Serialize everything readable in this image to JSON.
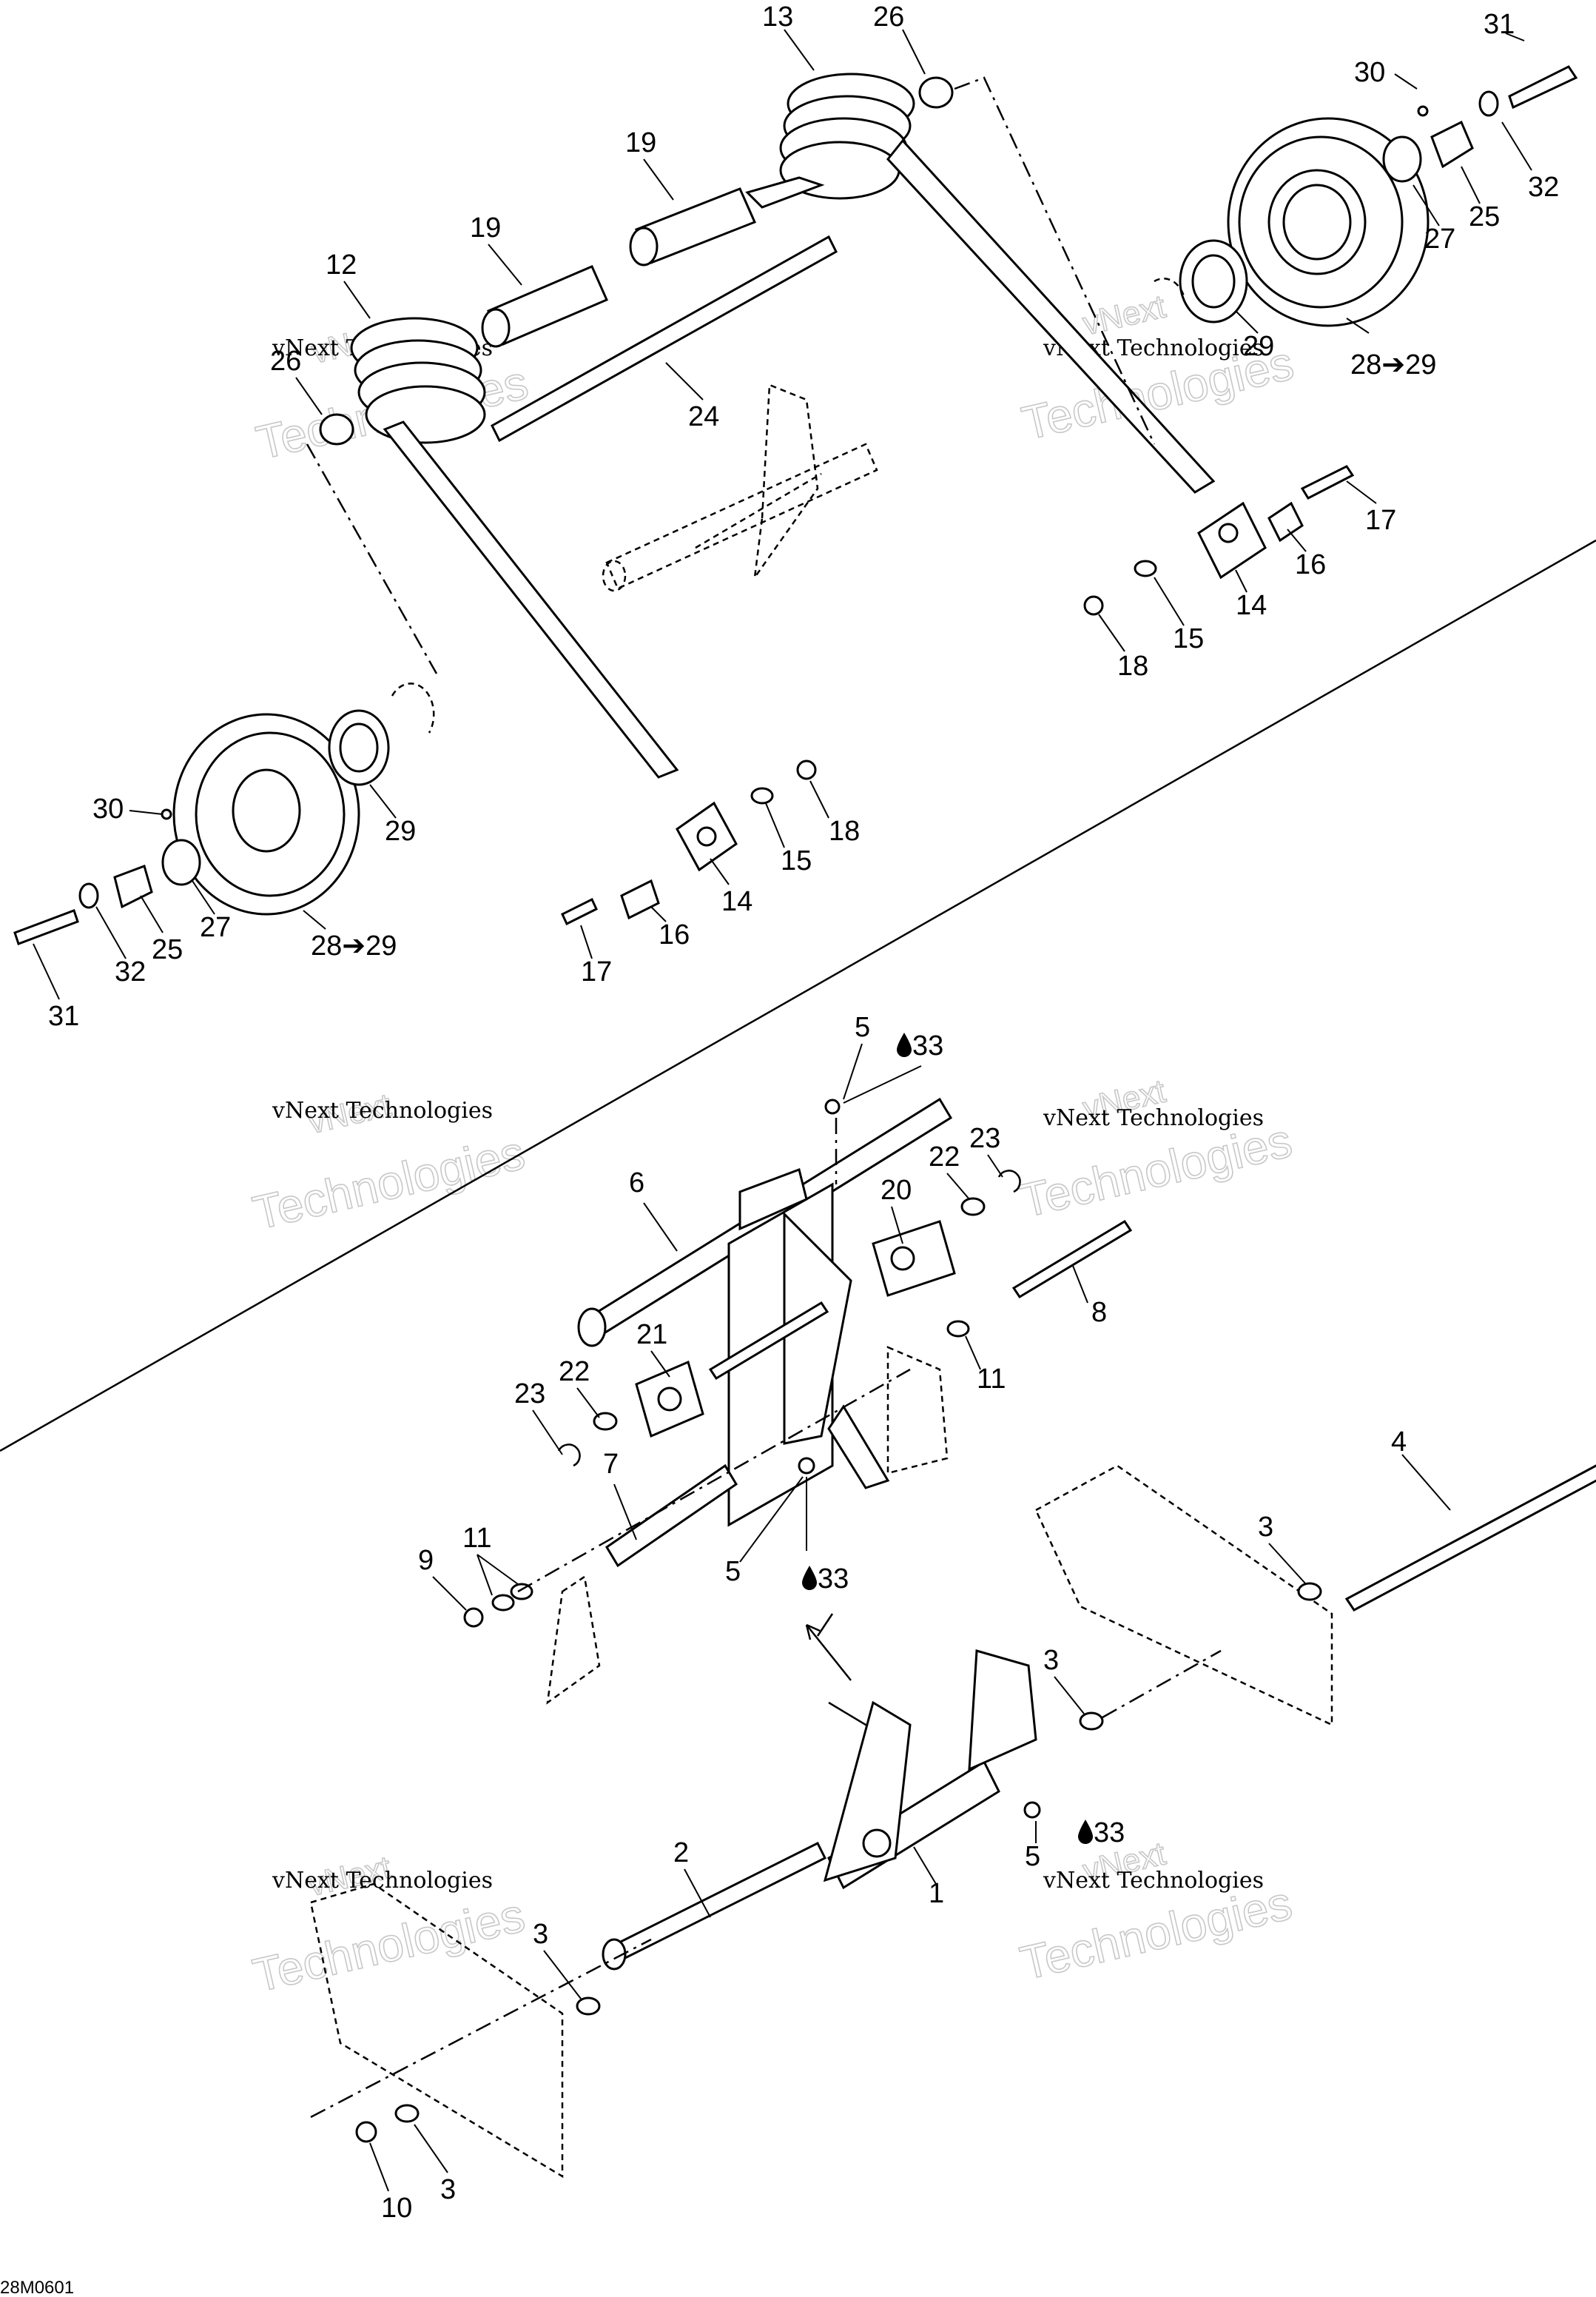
{
  "diagram": {
    "code": "28M0601",
    "watermark": {
      "line1": "vNext",
      "line2": "vNext Technologies",
      "line3": "Technologies"
    },
    "callouts": [
      {
        "id": "c13a",
        "text": "13"
      },
      {
        "id": "c26a",
        "text": "26"
      },
      {
        "id": "c31a",
        "text": "31"
      },
      {
        "id": "c30a",
        "text": "30"
      },
      {
        "id": "c19a",
        "text": "19"
      },
      {
        "id": "c19b",
        "text": "19"
      },
      {
        "id": "c12",
        "text": "12"
      },
      {
        "id": "c26b",
        "text": "26"
      },
      {
        "id": "c24",
        "text": "24"
      },
      {
        "id": "c32a",
        "text": "32"
      },
      {
        "id": "c25a",
        "text": "25"
      },
      {
        "id": "c27a",
        "text": "27"
      },
      {
        "id": "c29a",
        "text": "29"
      },
      {
        "id": "c2829a",
        "text": "28➔29"
      },
      {
        "id": "c17a",
        "text": "17"
      },
      {
        "id": "c16a",
        "text": "16"
      },
      {
        "id": "c14a",
        "text": "14"
      },
      {
        "id": "c15a",
        "text": "15"
      },
      {
        "id": "c18a",
        "text": "18"
      },
      {
        "id": "c30b",
        "text": "30"
      },
      {
        "id": "c29b",
        "text": "29"
      },
      {
        "id": "c27b",
        "text": "27"
      },
      {
        "id": "c25b",
        "text": "25"
      },
      {
        "id": "c32b",
        "text": "32"
      },
      {
        "id": "c31b",
        "text": "31"
      },
      {
        "id": "c2829b",
        "text": "28➔29"
      },
      {
        "id": "c18b",
        "text": "18"
      },
      {
        "id": "c15b",
        "text": "15"
      },
      {
        "id": "c14b",
        "text": "14"
      },
      {
        "id": "c16b",
        "text": "16"
      },
      {
        "id": "c17b",
        "text": "17"
      },
      {
        "id": "c5a",
        "text": "5"
      },
      {
        "id": "c33a",
        "text": "33"
      },
      {
        "id": "c6",
        "text": "6"
      },
      {
        "id": "c20",
        "text": "20"
      },
      {
        "id": "c22a",
        "text": "22"
      },
      {
        "id": "c23a",
        "text": "23"
      },
      {
        "id": "c8",
        "text": "8"
      },
      {
        "id": "c21",
        "text": "21"
      },
      {
        "id": "c11a",
        "text": "11"
      },
      {
        "id": "c22b",
        "text": "22"
      },
      {
        "id": "c23b",
        "text": "23"
      },
      {
        "id": "c7",
        "text": "7"
      },
      {
        "id": "c4",
        "text": "4"
      },
      {
        "id": "c11b",
        "text": "11"
      },
      {
        "id": "c9",
        "text": "9"
      },
      {
        "id": "c5b",
        "text": "5"
      },
      {
        "id": "c33b",
        "text": "33"
      },
      {
        "id": "c3a",
        "text": "3"
      },
      {
        "id": "c3b",
        "text": "3"
      },
      {
        "id": "c5c",
        "text": "5"
      },
      {
        "id": "c33c",
        "text": "33"
      },
      {
        "id": "c2",
        "text": "2"
      },
      {
        "id": "c1",
        "text": "1"
      },
      {
        "id": "c3c",
        "text": "3"
      },
      {
        "id": "c3d",
        "text": "3"
      },
      {
        "id": "c10",
        "text": "10"
      }
    ]
  }
}
